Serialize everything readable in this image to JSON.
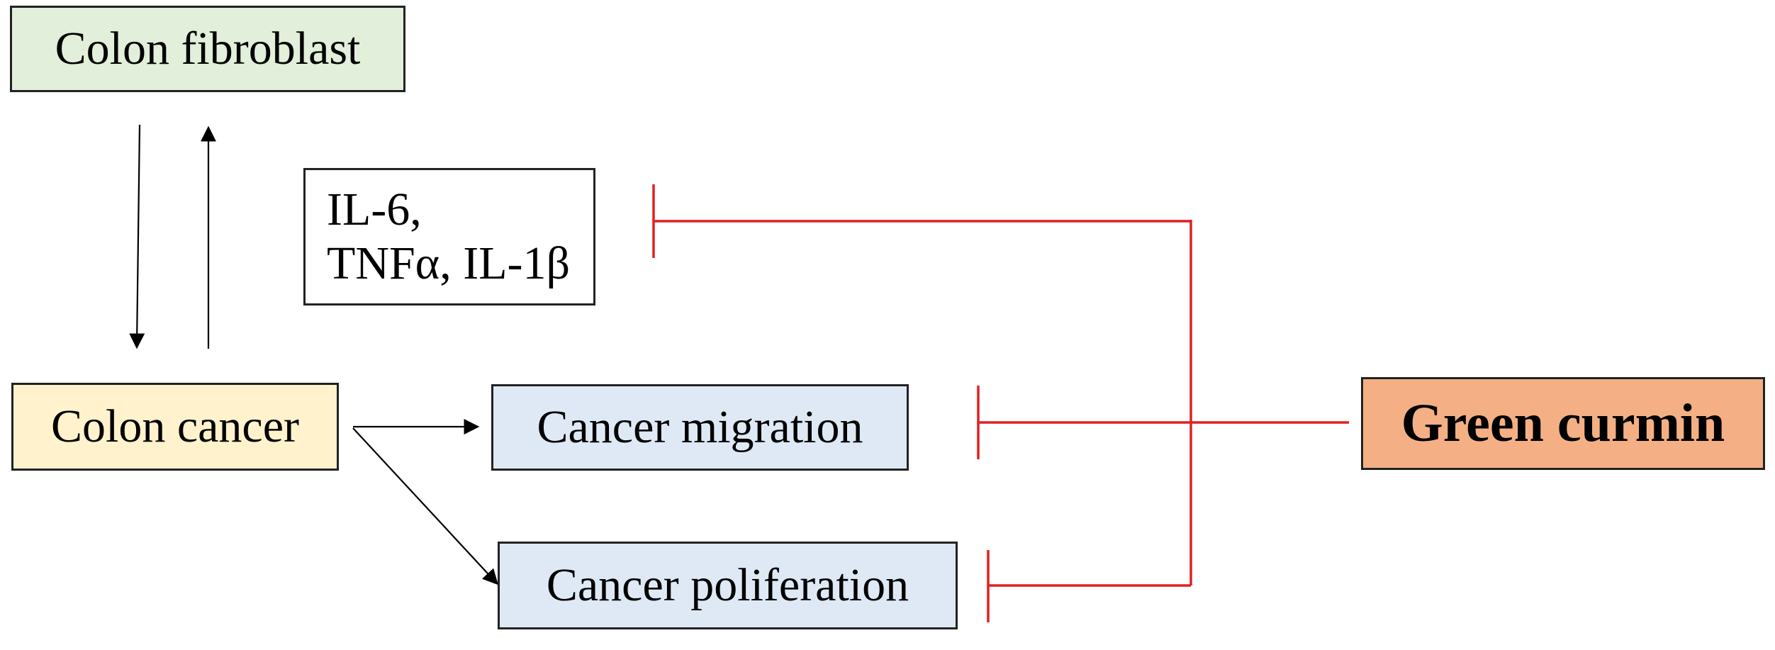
{
  "nodes": {
    "fibroblast": "Colon fibroblast",
    "cancer": "Colon cancer",
    "cytokines_line1": "IL-6,",
    "cytokines_line2": "TNFα, IL-1β",
    "migration": "Cancer migration",
    "proliferation": "Cancer poliferation",
    "inhibitor": "Green curmin"
  },
  "colors": {
    "fibroblast_fill": "#e2efda",
    "cancer_fill": "#fff2cc",
    "outcome_fill": "#dfe9f5",
    "inhibitor_fill": "#f4b084",
    "inhibition_line": "#e02020",
    "arrow": "#000000"
  },
  "edges": [
    {
      "from": "fibroblast",
      "to": "cancer",
      "type": "arrow"
    },
    {
      "from": "cancer",
      "to": "fibroblast",
      "type": "arrow"
    },
    {
      "from": "cancer",
      "to": "migration",
      "type": "arrow"
    },
    {
      "from": "cancer",
      "to": "proliferation",
      "type": "arrow"
    },
    {
      "from": "inhibitor",
      "to": "cytokines",
      "type": "inhibition"
    },
    {
      "from": "inhibitor",
      "to": "migration",
      "type": "inhibition"
    },
    {
      "from": "inhibitor",
      "to": "proliferation",
      "type": "inhibition"
    }
  ]
}
